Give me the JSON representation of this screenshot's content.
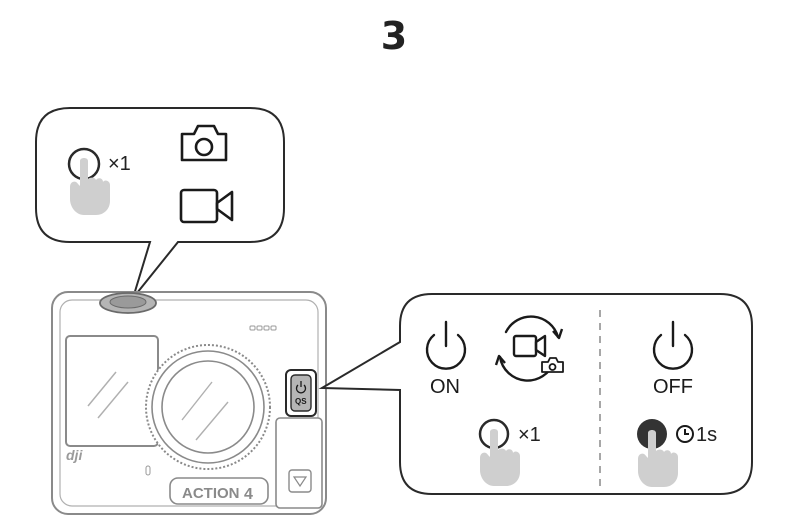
{
  "step_number": "3",
  "shutter_callout": {
    "press_label": "×1",
    "mode_icons": [
      "photo-camera-icon",
      "video-camera-icon"
    ]
  },
  "camera": {
    "brand_logo": "dji",
    "model_label": "ACTION",
    "model_number": "4",
    "qs_button_label": "QS",
    "lens_name": "lens"
  },
  "qs_callout": {
    "on_label": "ON",
    "off_label": "OFF",
    "press_once_label": "×1",
    "hold_label": "1s",
    "icons": [
      "power-icon",
      "switch-mode-icon",
      "clock-icon",
      "hand-press-icon"
    ]
  },
  "colors": {
    "line": "#2a2a2a",
    "camera_line": "#8a8a8a",
    "hand": "#cfcfcf",
    "button_fill": "#b5b5b5",
    "dark_button": "#333333"
  }
}
